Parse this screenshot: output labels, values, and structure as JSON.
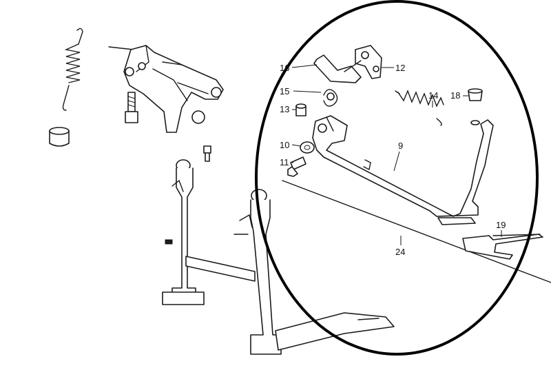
{
  "diagram": {
    "callouts": [
      {
        "id": "callout-16",
        "text": "16"
      },
      {
        "id": "callout-12",
        "text": "12"
      },
      {
        "id": "callout-15",
        "text": "15"
      },
      {
        "id": "callout-14",
        "text": "14"
      },
      {
        "id": "callout-18",
        "text": "18"
      },
      {
        "id": "callout-13",
        "text": "13"
      },
      {
        "id": "callout-9",
        "text": "9"
      },
      {
        "id": "callout-10",
        "text": "10"
      },
      {
        "id": "callout-11",
        "text": "11"
      },
      {
        "id": "callout-19",
        "text": "19"
      },
      {
        "id": "callout-24",
        "text": "24"
      }
    ],
    "highlight_color": "#000000",
    "line_color": "#1a1a1a",
    "icons": [
      "return-spring-icon",
      "bushing-icon",
      "center-stand-bracket-icon",
      "bolt-icon",
      "grease-nipple-icon",
      "center-stand-icon",
      "side-stand-icon",
      "side-stand-spring-icon",
      "rubber-buffer-icon",
      "switch-plate-icon",
      "circlip-icon"
    ]
  }
}
